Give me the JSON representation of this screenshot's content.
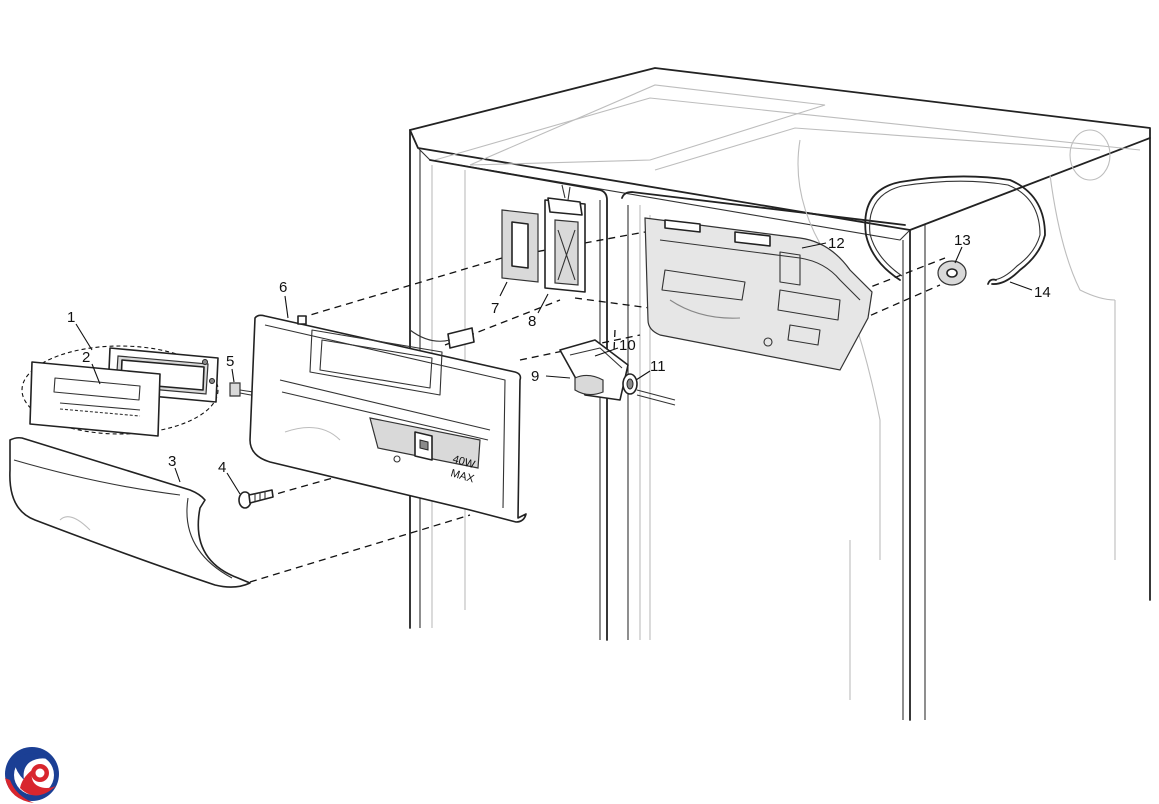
{
  "diagram": {
    "callouts": [
      {
        "id": "1",
        "text": "1"
      },
      {
        "id": "2",
        "text": "2"
      },
      {
        "id": "3",
        "text": "3"
      },
      {
        "id": "4",
        "text": "4"
      },
      {
        "id": "5",
        "text": "5"
      },
      {
        "id": "6",
        "text": "6"
      },
      {
        "id": "7",
        "text": "7"
      },
      {
        "id": "8",
        "text": "8"
      },
      {
        "id": "9",
        "text": "9"
      },
      {
        "id": "10",
        "text": "10"
      },
      {
        "id": "11",
        "text": "11"
      },
      {
        "id": "12",
        "text": "12"
      },
      {
        "id": "13",
        "text": "13"
      },
      {
        "id": "14",
        "text": "14"
      }
    ],
    "housing_marking": {
      "line1": "40W",
      "line2": "MAX"
    }
  },
  "logo": {
    "icon": "swirl-logo-icon",
    "colors": {
      "blue": "#1b3f94",
      "red": "#d8262e"
    }
  }
}
